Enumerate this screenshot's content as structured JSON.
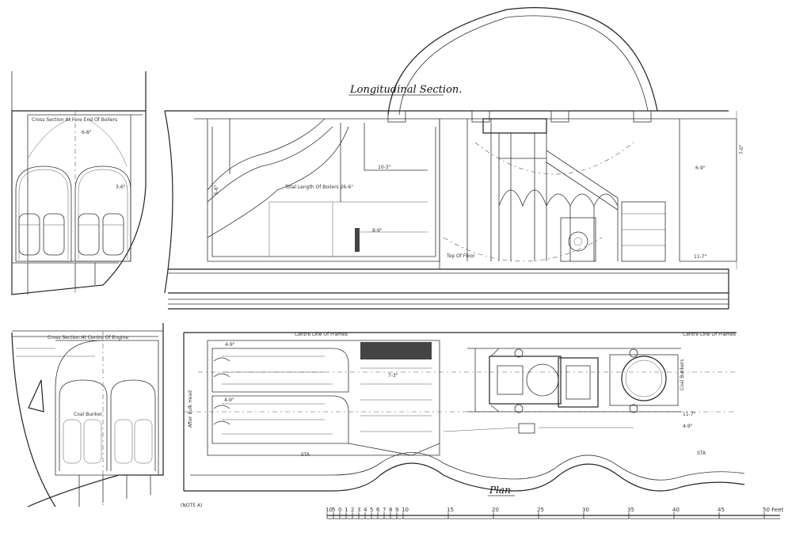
{
  "titles": {
    "longitudinal": "Longitudinal Section.",
    "plan": "Plan",
    "cross_boilers": "Cross Section At Fore End Of Boilers",
    "cross_engine": "Cross Section At Centre Of Engine",
    "figure_ref": "(NOTE A)"
  },
  "notes": {
    "total_length": "Total Length Of Boilers 26-6\"",
    "top_of_floor": "Top Of Floor",
    "centre_line_frames_left": "Centre Line Of Frames",
    "centre_line_frames_right": "Centre Line Of Frames",
    "after_bulk_head": "After Bulk Head",
    "coal_bunker": "Coal Bunker",
    "coal_bunkers": "Coal Bunkers",
    "sta_left": "STA",
    "sta_right": "STA"
  },
  "dims": {
    "d_6_9": "6-9\"",
    "d_7_0": "7-0\"",
    "d_11_7": "11-7\"",
    "d_10_3": "10-3\"",
    "d_5_6": "5-6\"",
    "d_8_9": "8-9\"",
    "d_3_6": "3-6\"",
    "d_4_9": "4-9\"",
    "d_6_8": "6-8\"",
    "d_7_3": "7-3\""
  },
  "scale": {
    "ticks": [
      "10",
      "5",
      "0",
      "1",
      "2",
      "3",
      "4",
      "5",
      "6",
      "7",
      "8",
      "9",
      "10",
      "15",
      "20",
      "25",
      "30",
      "35",
      "40",
      "45",
      "50 Feet"
    ]
  }
}
